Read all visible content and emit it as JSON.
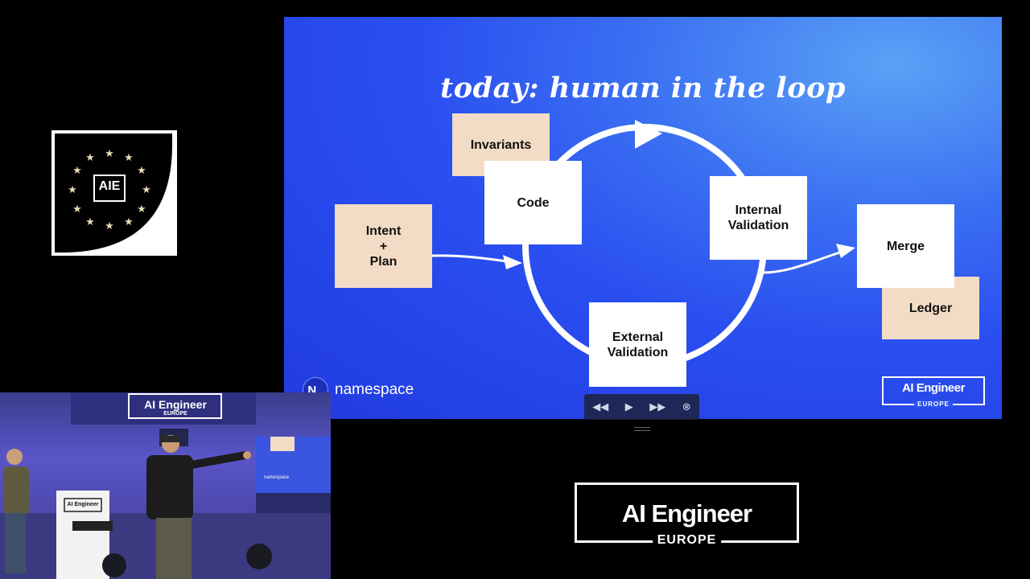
{
  "badge": {
    "text": "AIE"
  },
  "slide": {
    "title": "today: human in the loop",
    "boxes": {
      "intent_plan": "Intent\n+\nPlan",
      "invariants": "Invariants",
      "code": "Code",
      "internal_validation": "Internal\nValidation",
      "external_validation": "External\nValidation",
      "merge": "Merge",
      "ledger": "Ledger"
    },
    "namespace_logo": {
      "icon_text": "N_",
      "text": "namespace"
    },
    "brand": {
      "name": "AI Engineer",
      "sub": "EUROPE"
    }
  },
  "player": {
    "controls": [
      "rewind-icon",
      "play-icon",
      "fast-forward-icon",
      "close-icon"
    ]
  },
  "camera": {
    "banner": {
      "name": "AI Engineer",
      "sub": "EUROPE"
    },
    "podium": "AI Engineer",
    "screen_label": "namespace"
  },
  "brand": {
    "name": "AI Engineer",
    "sub": "EUROPE"
  },
  "colors": {
    "slide_blue": "#2a4ff0",
    "beige": "#f3dcc6",
    "white": "#ffffff",
    "background": "#000000"
  }
}
